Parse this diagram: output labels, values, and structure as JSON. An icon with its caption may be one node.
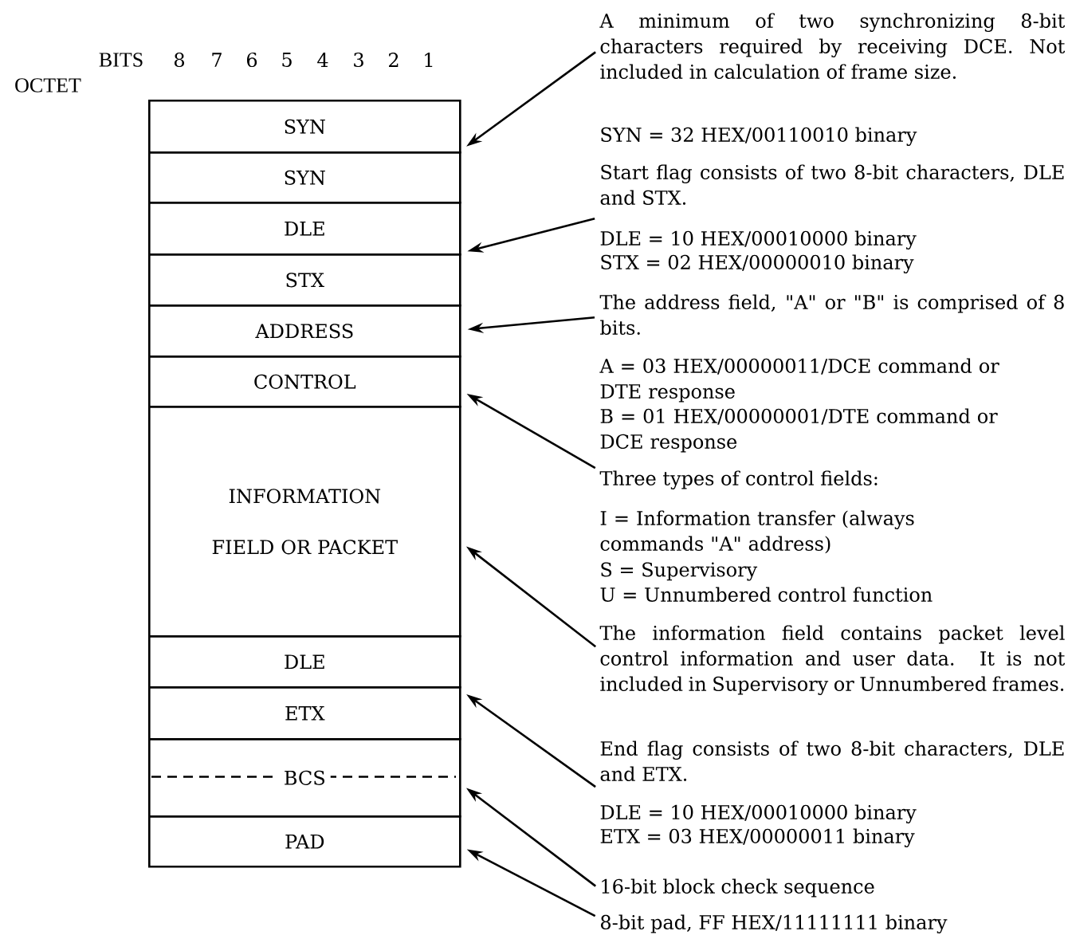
{
  "diagram": {
    "nodes": [
      {
        "text": [
          "SYN"
        ]
      },
      {
        "text": [
          "SYN"
        ]
      },
      {
        "text": [
          "DLE"
        ]
      },
      {
        "text": [
          "STX"
        ]
      },
      {
        "text": [
          "ADDRESS"
        ]
      },
      {
        "text": [
          "CONTROL"
        ]
      },
      {
        "text": [
          "INFORMATION FIELD OR PACKET"
        ]
      },
      {
        "text": [
          "DLE"
        ]
      },
      {
        "text": [
          "ETX"
        ]
      },
      {
        "text": [
          "BCS"
        ]
      },
      {
        "text": [
          "PAD"
        ]
      },
      {
        "text": [
          "A minimum of two synchronizing 8-bit characters required by receiving DCE. Not included in calculation of frame size."
        ]
      },
      {
        "text": [
          "Start flag consists of two 8-bit characters, DLE and STX."
        ]
      },
      {
        "text": [
          "The address field, \"A\" or \"B\" is comprised of 8 bits."
        ]
      },
      {
        "text": [
          "Three types of control fields:"
        ]
      },
      {
        "text": [
          "The information field contains packet level control information and user data. It is not included in Supervisory or Unnumbered frames."
        ]
      },
      {
        "text": [
          "End flag consists of two 8-bit characters, DLE and ETX."
        ]
      },
      {
        "text": [
          "16-bit block check sequence"
        ]
      },
      {
        "text": [
          "8-bit pad, FF HEX/11111111 binary"
        ]
      }
    ],
    "edges": [
      {
        "from": 11,
        "to": 0,
        "arrow": "to"
      },
      {
        "from": 12,
        "to": 2,
        "arrow": "to"
      },
      {
        "from": 13,
        "to": 4,
        "arrow": "to"
      },
      {
        "from": 14,
        "to": 5,
        "arrow": "to"
      },
      {
        "from": 15,
        "to": 6,
        "arrow": "to"
      },
      {
        "from": 16,
        "to": 8,
        "arrow": "to"
      },
      {
        "from": 17,
        "to": 9,
        "arrow": "to"
      },
      {
        "from": 18,
        "to": 10,
        "arrow": "to"
      }
    ],
    "labels": [
      "BITS",
      "8",
      "7",
      "6",
      "5",
      "4",
      "3",
      "2",
      "1",
      "OCTET",
      "SYN = 32 HEX/00110010 binary",
      "DLE = 10 HEX/00010000 binary",
      "STX = 02 HEX/00000010 binary",
      "A = 03 HEX/00000011/DCE command or DTE response",
      "B = 01 HEX/00000001/DTE command or DCE response",
      "I = Information transfer (always commands \"A\" address)",
      "S = Supervisory",
      "U = Unnumbered control function",
      "DLE = 10 HEX/00010000 binary",
      "ETX = 03 HEX/00000011 binary"
    ]
  }
}
